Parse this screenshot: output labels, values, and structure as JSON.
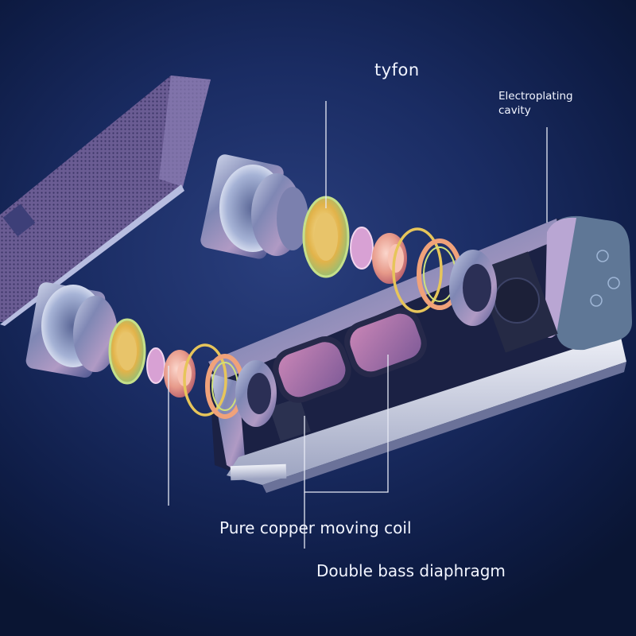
{
  "labels": {
    "tyfon": "tyfon",
    "electroplating_line1": "Electroplating",
    "electroplating_line2": "cavity",
    "coil": "Pure copper moving coil",
    "bass": "Double bass diaphragm"
  },
  "colors": {
    "background": "#1a2c63",
    "metal": "#8f9bc4",
    "gold_ring": "#e2b34a",
    "copper": "#e79a8a",
    "diaphragm": "#c77cab",
    "lines": "#e6e9f5"
  }
}
